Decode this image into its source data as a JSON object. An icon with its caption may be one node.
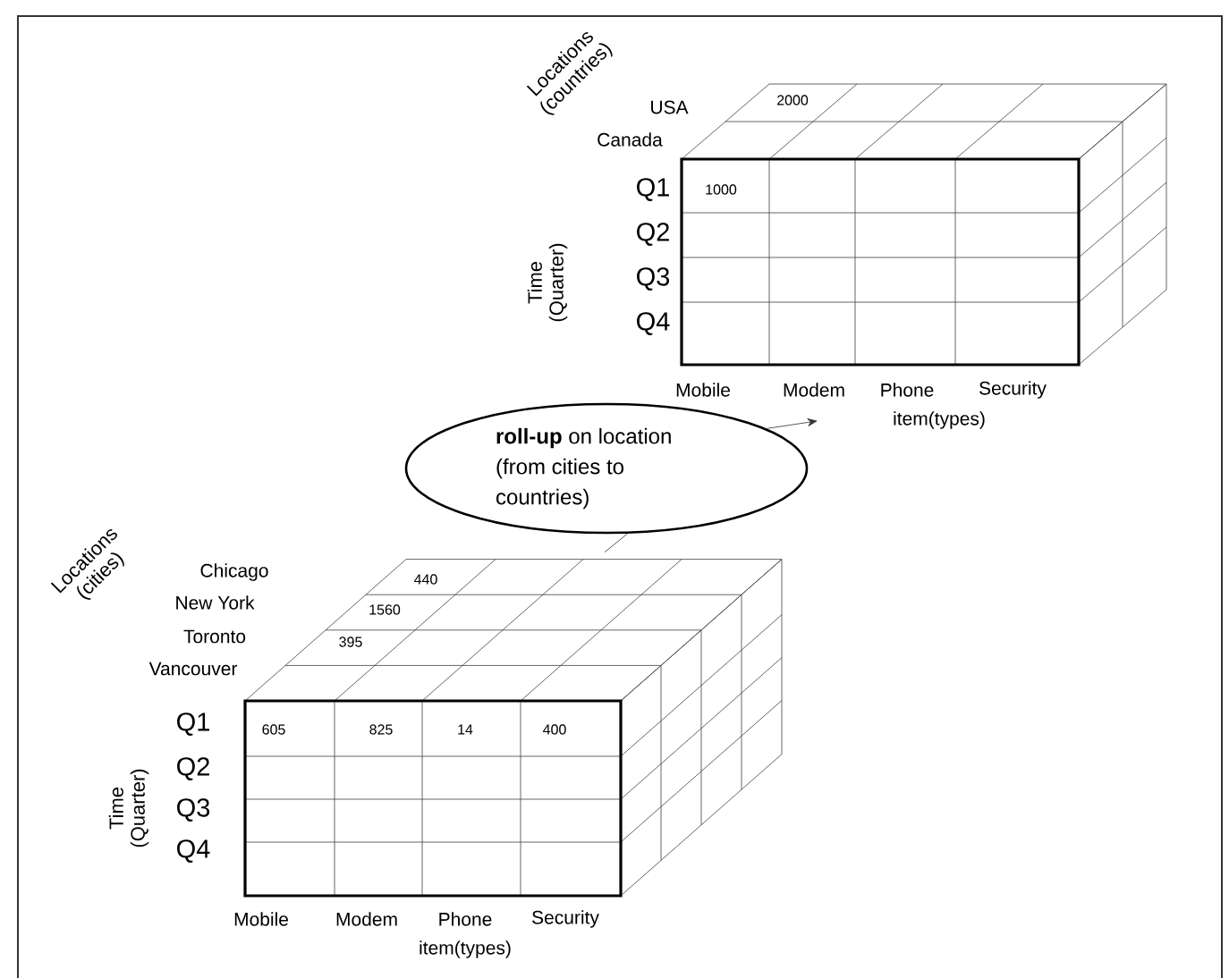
{
  "diagram": {
    "nodes": [
      {
        "text": [],
        "shape": "cube",
        "beside": [
          "Locations (countries)",
          "USA",
          "Canada",
          "Q1",
          "Time (Quarter)",
          "Q2",
          "Q3",
          "Q4",
          "Mobile",
          "Modem",
          "Phone",
          "Security",
          "item(types)"
        ]
      },
      {
        "text": [
          "**roll-up** on location (from cities to countries)"
        ]
      },
      {
        "text": [],
        "shape": "cube",
        "beside": [
          "Locations (cities)",
          "Chicago",
          "New York",
          "Toronto",
          "Vancouver",
          "Q1",
          "Time (Quarter)",
          "Q2",
          "Q3",
          "Q4",
          "Mobile",
          "Modem",
          "Phone",
          "Security",
          "item(types)"
        ]
      }
    ],
    "edges": [
      {
        "from": 2,
        "to": 1,
        "arrow": "none"
      },
      {
        "from": 1,
        "to": 0,
        "arrow": "to"
      }
    ],
    "labels": [
      "2000",
      "1000",
      "440",
      "1560",
      "395",
      "605",
      "825",
      "14",
      "400"
    ]
  }
}
